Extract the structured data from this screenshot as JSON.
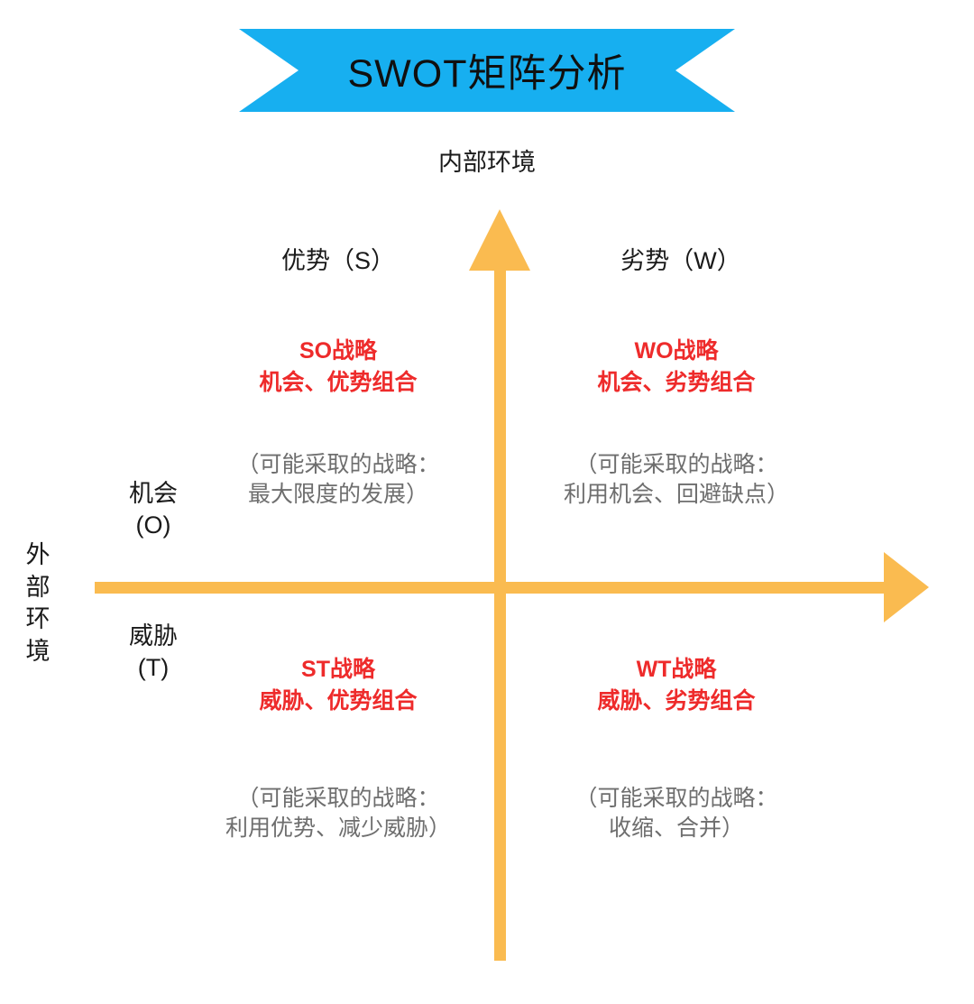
{
  "title": {
    "text": "SWOT矩阵分析",
    "banner_color": "#17AFF0",
    "text_color": "#101010"
  },
  "axes": {
    "color": "#FABB50",
    "vertical_label": "内部环境",
    "horizontal_label": "外部环境",
    "top_left_label": "优势（S）",
    "top_right_label": "劣势（W）",
    "left_upper_label": "机会\n(O)",
    "left_lower_label": "威胁\n(T)"
  },
  "quadrants": [
    {
      "id": "so",
      "heading": "SO战略\n机会、优势组合",
      "subtitle": "（可能采取的战略：\n最大限度的发展）",
      "heading_color": "#EE2B2B",
      "subtitle_color": "#6E6E6E"
    },
    {
      "id": "wo",
      "heading": "WO战略\n机会、劣势组合",
      "subtitle": "（可能采取的战略：\n利用机会、回避缺点）",
      "heading_color": "#EE2B2B",
      "subtitle_color": "#6E6E6E"
    },
    {
      "id": "st",
      "heading": "ST战略\n威胁、优势组合",
      "subtitle": "（可能采取的战略：\n利用优势、减少威胁）",
      "heading_color": "#EE2B2B",
      "subtitle_color": "#6E6E6E"
    },
    {
      "id": "wt",
      "heading": "WT战略\n威胁、劣势组合",
      "subtitle": "（可能采取的战略：\n收缩、合并）",
      "heading_color": "#EE2B2B",
      "subtitle_color": "#6E6E6E"
    }
  ]
}
